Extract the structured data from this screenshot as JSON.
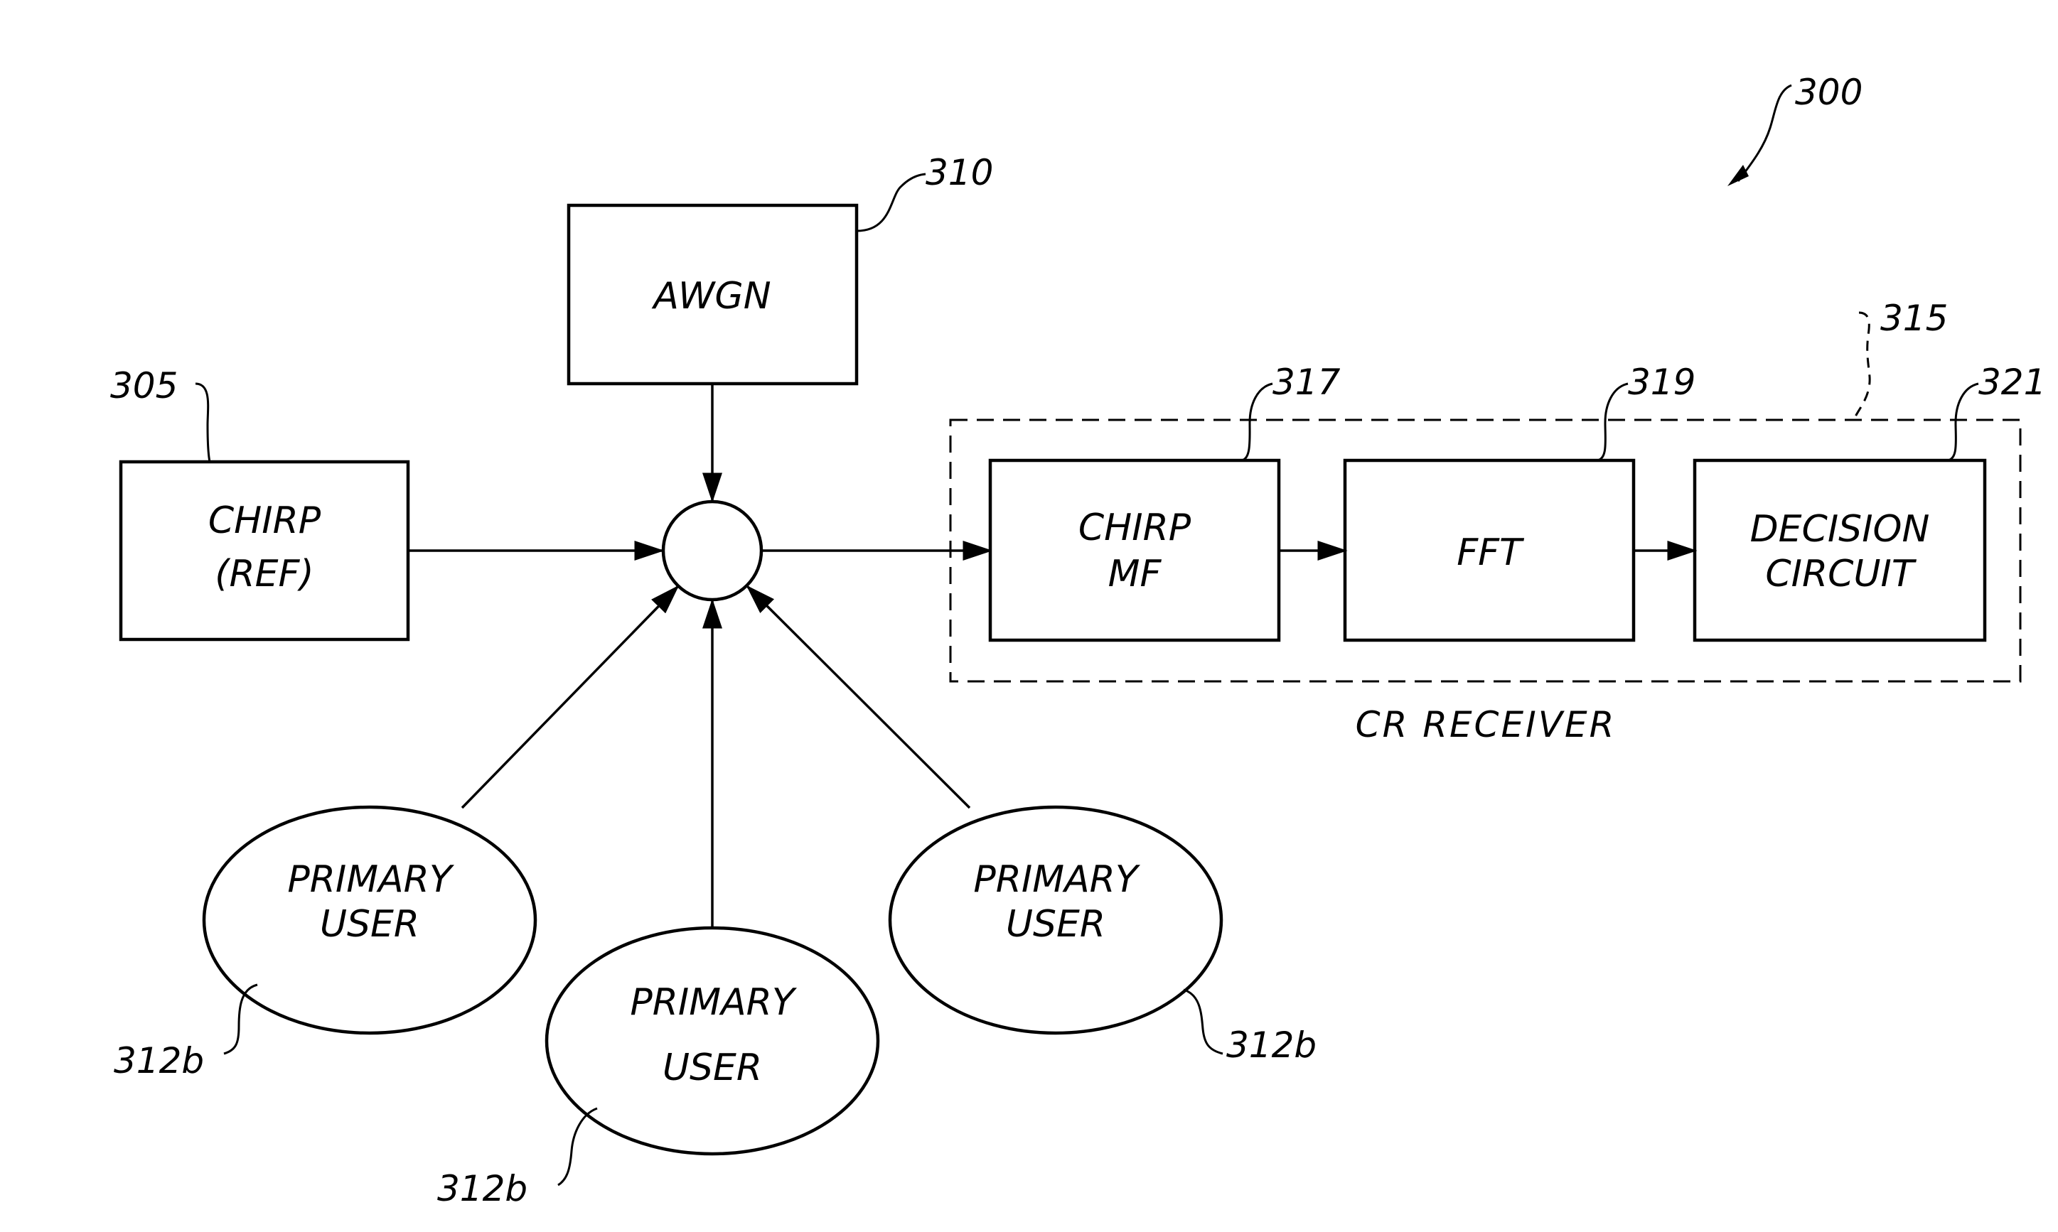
{
  "figure_number": "300",
  "blocks": {
    "awgn": {
      "ref": "310",
      "lines": [
        "AWGN"
      ]
    },
    "chirp_ref": {
      "ref": "305",
      "lines": [
        "CHIRP",
        "(REF)"
      ]
    },
    "chirp_mf": {
      "ref": "317",
      "lines": [
        "CHIRP",
        "MF"
      ]
    },
    "fft": {
      "ref": "319",
      "lines": [
        "FFT"
      ]
    },
    "decision": {
      "ref": "321",
      "lines": [
        "DECISION",
        "CIRCUIT"
      ]
    }
  },
  "receiver": {
    "ref": "315",
    "caption": "CR  RECEIVER"
  },
  "users": [
    {
      "lines": [
        "PRIMARY",
        "USER"
      ],
      "ref": "312b"
    },
    {
      "lines": [
        "PRIMARY",
        "USER"
      ],
      "ref": "312b"
    },
    {
      "lines": [
        "PRIMARY",
        "USER"
      ],
      "ref": "312b"
    }
  ]
}
